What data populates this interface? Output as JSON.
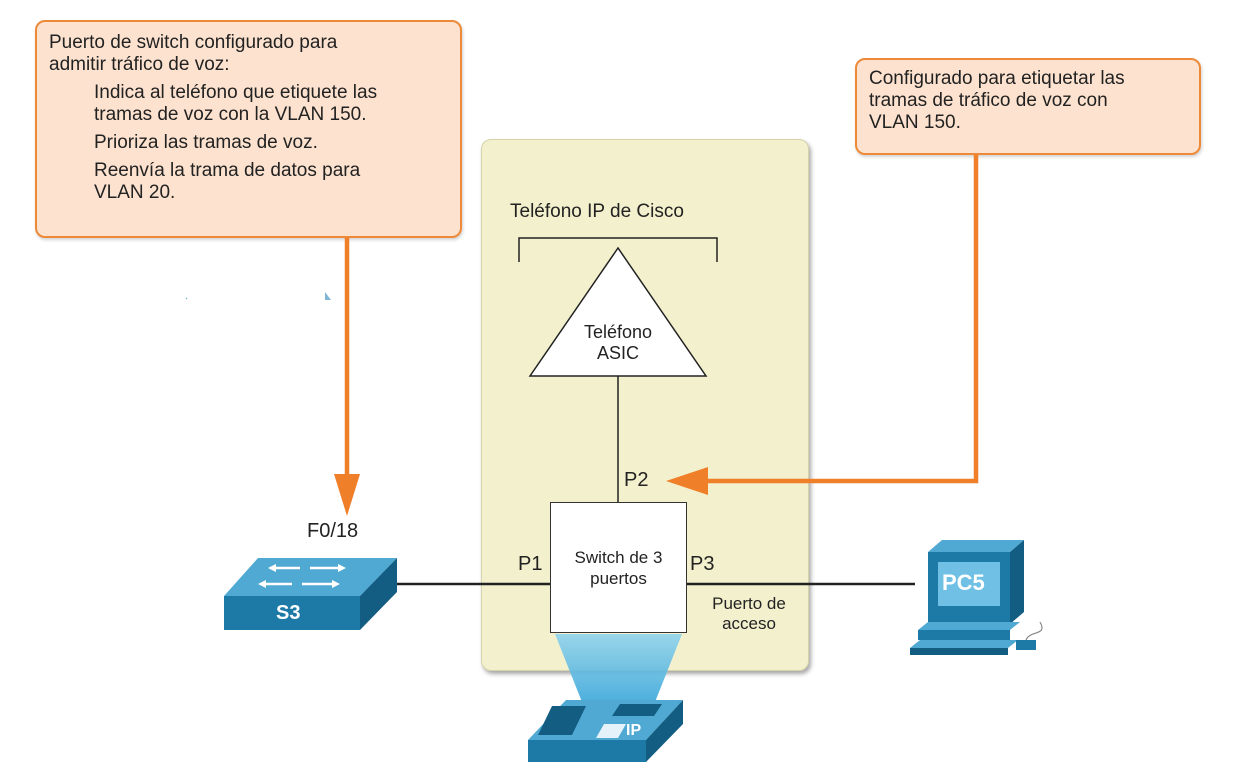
{
  "callout_left": {
    "line1": "Puerto de switch configurado para",
    "line2": "admitir tráfico de voz:",
    "item1_a": "Indica al teléfono que etiquete las",
    "item1_b": "tramas de voz con la VLAN 150.",
    "item2": "Prioriza las tramas de voz.",
    "item3_a": "Reenvía la trama de datos para",
    "item3_b": "VLAN 20."
  },
  "callout_right": {
    "line1": "Configurado para etiquetar las",
    "line2": "tramas de tráfico de voz con",
    "line3": "VLAN 150."
  },
  "phone_title": "Teléfono IP de Cisco",
  "asic": {
    "line1": "Teléfono",
    "line2": "ASIC"
  },
  "switch3": "Switch de 3 puertos",
  "ports": {
    "p1": "P1",
    "p2": "P2",
    "p3": "P3",
    "f018": "F0/18"
  },
  "access_port": {
    "line1": "Puerto de",
    "line2": "acceso"
  },
  "devices": {
    "s3": "S3",
    "pc5": "PC5",
    "ip": "IP"
  },
  "colors": {
    "callout_fill": "#fde3cf",
    "callout_border": "#ec8a3a",
    "arrow": "#f07f2a",
    "phone_box": "#f3f1cd",
    "device_blue": "#1d7aa6"
  }
}
